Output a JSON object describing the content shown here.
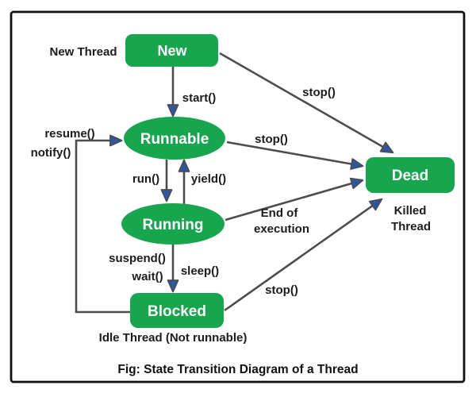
{
  "diagram": {
    "caption": "Fig: State Transition Diagram of a Thread",
    "colors": {
      "state_fill": "#17a64e",
      "state_text": "#ffffff",
      "arrow_line": "#4d4d4d",
      "arrow_head": "#2b57a7",
      "label_text": "#1c1c1c",
      "border": "#111111",
      "background": "#ffffff"
    },
    "states": {
      "new": "New",
      "runnable": "Runnable",
      "running": "Running",
      "blocked": "Blocked",
      "dead": "Dead"
    },
    "transitions": {
      "start": "start()",
      "stop_from_new": "stop()",
      "stop_from_runnable": "stop()",
      "run": "run()",
      "yield": "yield()",
      "end_of_execution_line1": "End of",
      "end_of_execution_line2": "execution",
      "suspend": "suspend()",
      "wait": "wait()",
      "sleep": "sleep()",
      "stop_from_blocked": "stop()",
      "resume": "resume()",
      "notify": "notify()"
    },
    "annotations": {
      "new_thread": "New Thread",
      "killed_thread_line1": "Killed",
      "killed_thread_line2": "Thread",
      "idle_thread": "Idle Thread (Not runnable)"
    }
  }
}
